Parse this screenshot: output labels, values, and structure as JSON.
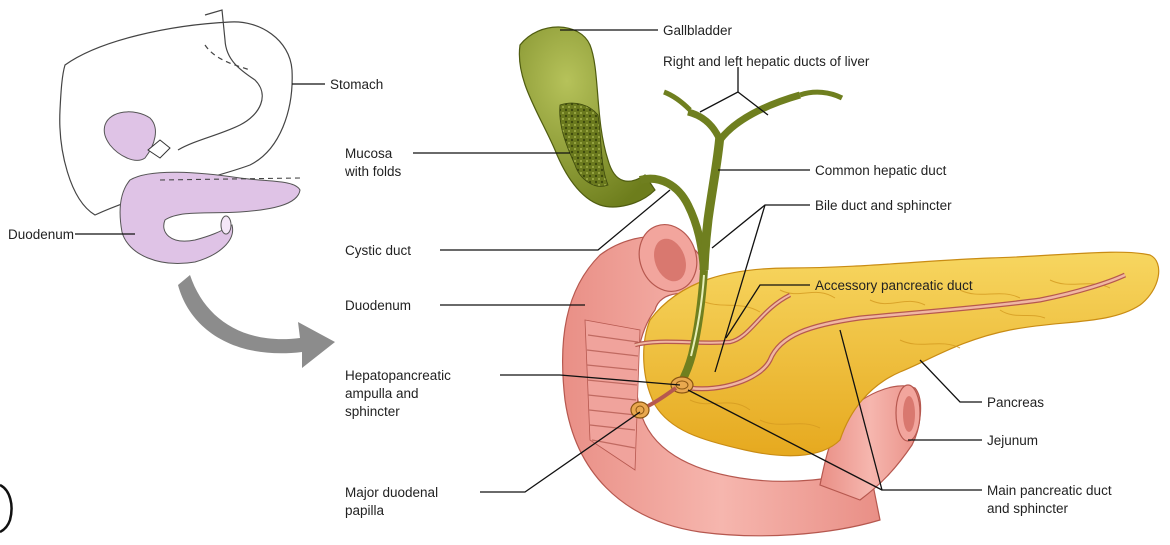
{
  "inset_labels": {
    "stomach": "Stomach",
    "duodenum": "Duodenum"
  },
  "labels": {
    "gallbladder": "Gallbladder",
    "hepatic_ducts": "Right and left hepatic ducts of liver",
    "mucosa_line1": "Mucosa",
    "mucosa_line2": "with folds",
    "common_hepatic_duct": "Common hepatic duct",
    "bile_duct": "Bile duct and sphincter",
    "cystic_duct": "Cystic duct",
    "duodenum": "Duodenum",
    "accessory_duct": "Accessory pancreatic duct",
    "ampulla_line1": "Hepatopancreatic",
    "ampulla_line2": "ampulla and",
    "ampulla_line3": "sphincter",
    "pancreas": "Pancreas",
    "jejunum": "Jejunum",
    "papilla_line1": "Major duodenal",
    "papilla_line2": "papilla",
    "main_duct_line1": "Main pancreatic duct",
    "main_duct_line2": "and sphincter"
  },
  "colors": {
    "gallbladder": "#8a9a2e",
    "duct": "#6f7f1f",
    "pancreas": "#f3c435",
    "duodenum": "#f0a39c",
    "duodenum_inner": "#d9786f",
    "inset_duodenum": "#dfc3e6",
    "arrow": "#8c8c8c"
  }
}
